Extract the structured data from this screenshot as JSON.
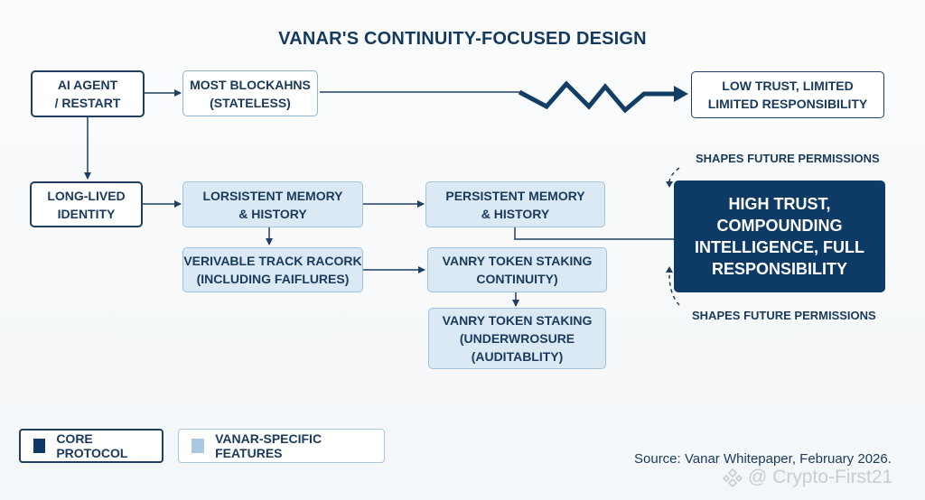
{
  "title": "VANAR'S CONTINUITY-FOCUSED DESIGN",
  "nodes": {
    "ai_agent": [
      "AI AGENT",
      "/ RESTART"
    ],
    "most_blockchains": [
      "MOST BLOCKAHNS",
      "(STATELESS)"
    ],
    "low_trust": [
      "LOW TRUST, LIMITED",
      "LIMITED RESPONSIBILITY"
    ],
    "long_lived": [
      "LONG-LIVED",
      "IDENTITY"
    ],
    "lorsistent_memory": [
      "LORSISTENT MEMORY",
      "& HISTORY"
    ],
    "persistent_memory": [
      "PERSISTENT MEMORY",
      "& HISTORY"
    ],
    "verivable_track": [
      "VERIVABLE TRACK RACORK",
      "(INCLUDING FAIFLURES)"
    ],
    "vanry_staking_continuity": [
      "VANRY TOKEN STAKING",
      "CONTINUITY)"
    ],
    "vanry_staking_audit": [
      "VANRY TOKEN STAKING",
      "(UNDERWROSURE",
      "(AUDITABLITY)"
    ],
    "high_trust": [
      "HIGH TRUST,",
      "COMPOUNDING",
      "INTELLIGENCE, FULL",
      "RESPONSIBILITY"
    ]
  },
  "annotations": {
    "top": "SHAPES FUTURE PERMISSIONS",
    "bottom": "SHAPES FUTURE PERMISSIONS"
  },
  "legend": {
    "core": "CORE PROTOCOL",
    "features": "VANAR-SPECIFIC FEATURES"
  },
  "colors": {
    "core": "#0e3a66",
    "features": "#a9c9e3"
  },
  "source": "Source: Vanar Whitepaper, February 2026.",
  "watermark": "@ Crypto-First21"
}
